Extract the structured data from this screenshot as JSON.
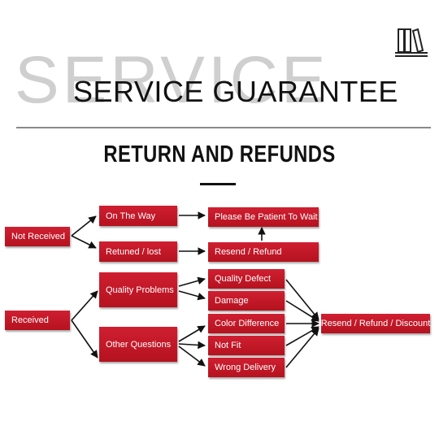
{
  "header": {
    "background_word": "SERVICE",
    "title": "SERVICE GUARANTEE",
    "subtitle": "RETURN AND REFUNDS"
  },
  "icons": {
    "corner": "bookshelf-icon"
  },
  "colors": {
    "box_red": "#c8172a",
    "arrow": "#111111"
  },
  "flow": {
    "not_received": "Not Received",
    "on_the_way": "On The Way",
    "returned_lost": "Retuned / lost",
    "patient_wait": "Please Be Patient To Wait",
    "resend_refund": "Resend / Refund",
    "received": "Received",
    "quality_problems": "Quality Problems",
    "other_questions": "Other Questions",
    "quality_defect": "Quality Defect",
    "damage": "Damage",
    "color_difference": "Color Difference",
    "not_fit": "Not Fit",
    "wrong_delivery": "Wrong Delivery",
    "resend_refund_discount": "Resend / Refund / Discount"
  }
}
